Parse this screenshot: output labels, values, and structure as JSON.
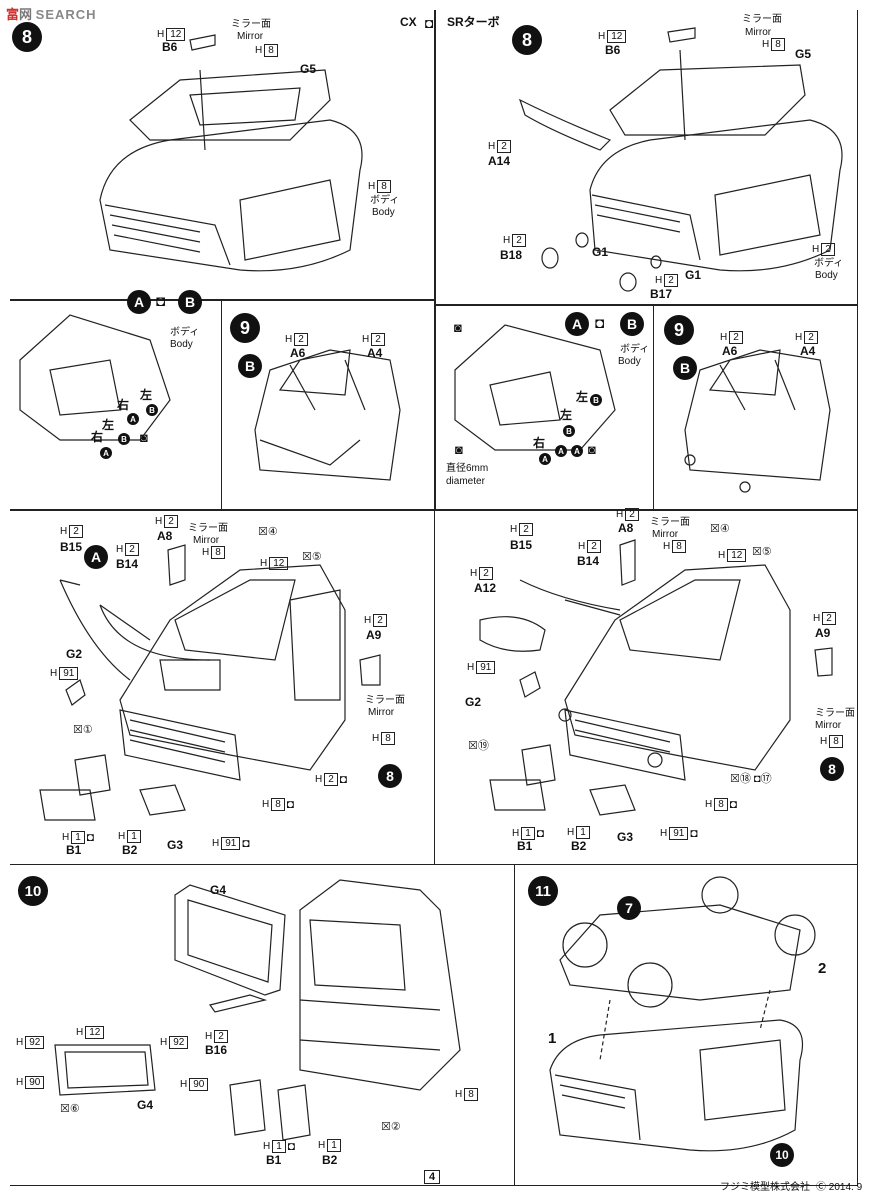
{
  "watermark": "SEARCH",
  "header": {
    "variant_left": "CX",
    "variant_right": "SRターボ"
  },
  "steps": {
    "s8": "8",
    "s9": "9",
    "s10": "10",
    "s11": "11",
    "s7": "7"
  },
  "circle_letters": {
    "a": "A",
    "b": "B"
  },
  "labels": {
    "mirror_face": "ミラー面",
    "mirror": "Mirror",
    "body_jp": "ボディ",
    "body_en": "Body",
    "right": "右",
    "left": "左",
    "diameter_jp": "直径6mm",
    "diameter_en": "diameter",
    "num1": "1",
    "num2": "2"
  },
  "parts": {
    "B6": "B6",
    "G5": "G5",
    "A14": "A14",
    "B18": "B18",
    "G1": "G1",
    "B17": "B17",
    "A6": "A6",
    "A4": "A4",
    "B15": "B15",
    "B14": "B14",
    "A8": "A8",
    "A9": "A9",
    "A12": "A12",
    "G2": "G2",
    "B1": "B1",
    "B2": "B2",
    "G3": "G3",
    "G4": "G4",
    "B16": "B16"
  },
  "hcodes": {
    "h12": "12",
    "h8": "8",
    "h2": "2",
    "h91": "91",
    "h1": "1",
    "h92": "92",
    "h90": "90",
    "H": "H"
  },
  "stars": {
    "s1": "①",
    "s2": "②",
    "s4": "④",
    "s5": "⑤",
    "s6": "⑥",
    "s17": "⑰",
    "s18": "⑱",
    "s19": "⑲"
  },
  "footer": {
    "page": "4",
    "company": "フジミ模型株式会社",
    "copyright": "Ⓒ 2014. 9"
  }
}
